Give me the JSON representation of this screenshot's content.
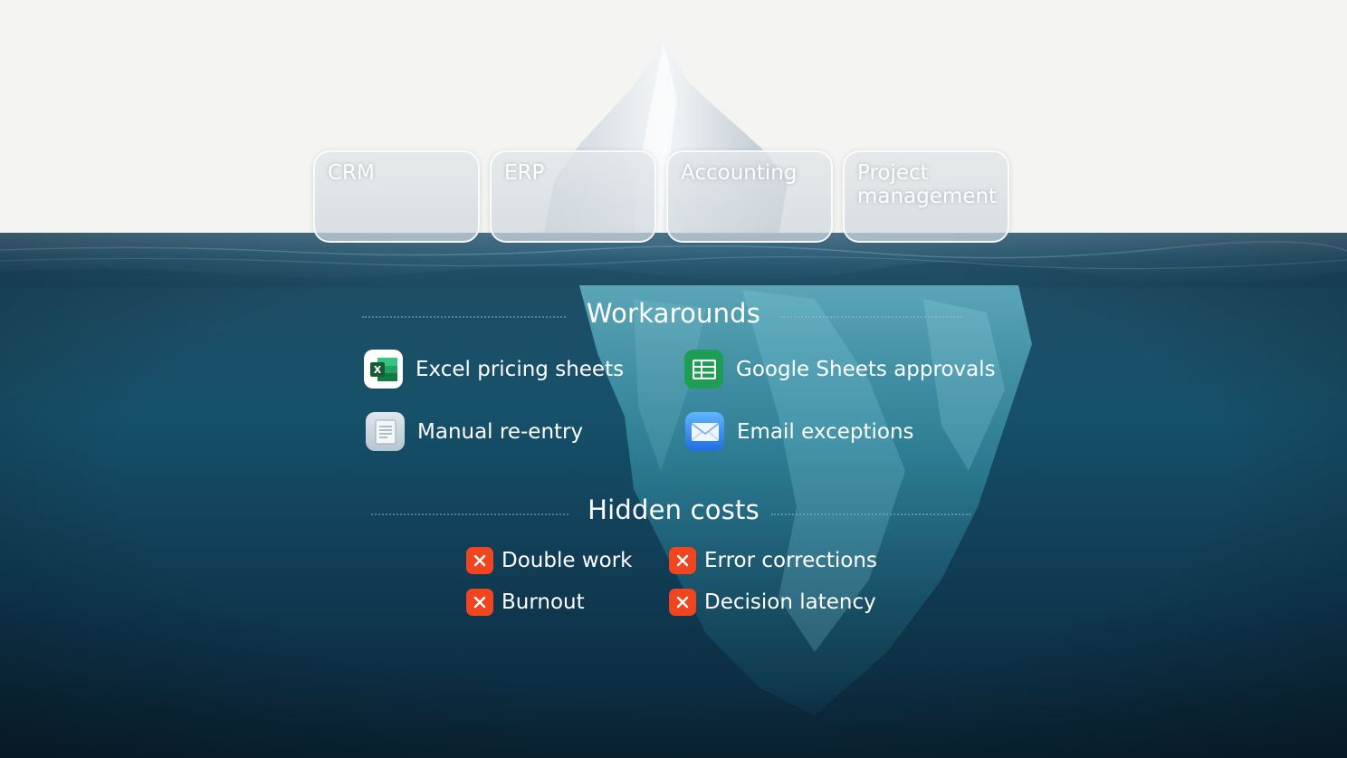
{
  "platforms": [
    {
      "label": "CRM"
    },
    {
      "label": "ERP"
    },
    {
      "label": "Accounting"
    },
    {
      "label": "Project management"
    }
  ],
  "workarounds": {
    "title": "Workarounds",
    "items": [
      {
        "label": "Excel pricing sheets",
        "icon": "excel-icon"
      },
      {
        "label": "Google Sheets approvals",
        "icon": "google-sheets-icon"
      },
      {
        "label": "Manual re-entry",
        "icon": "document-icon"
      },
      {
        "label": "Email exceptions",
        "icon": "mail-icon"
      }
    ]
  },
  "hidden_costs": {
    "title": "Hidden costs",
    "items": [
      {
        "label": "Double work",
        "icon": "x-icon"
      },
      {
        "label": "Error corrections",
        "icon": "x-icon"
      },
      {
        "label": "Burnout",
        "icon": "x-icon"
      },
      {
        "label": "Decision latency",
        "icon": "x-icon"
      }
    ]
  },
  "colors": {
    "sky": "#f4f4f2",
    "ocean_deep": "#0b2a3c",
    "ocean_surface": "#2f5f78",
    "ice": "#dfe7ec",
    "cost_badge": "#f0451f",
    "excel_green": "#1f7a44",
    "sheets_green": "#1e9e52",
    "mail_blue": "#2f86e8"
  }
}
